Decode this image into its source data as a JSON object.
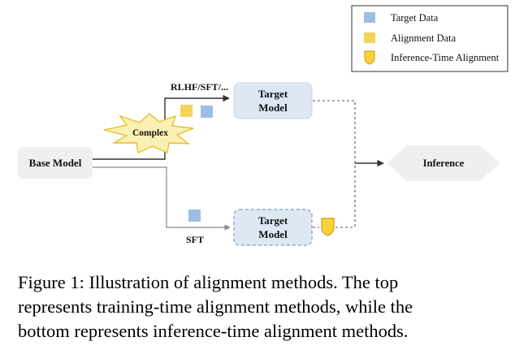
{
  "legend": {
    "target_data": "Target Data",
    "alignment_data": "Alignment Data",
    "inference_time_alignment": "Inference-Time Alignment"
  },
  "nodes": {
    "base_model": "Base Model",
    "target_model_top": [
      "Target",
      "Model"
    ],
    "target_model_bottom": [
      "Target",
      "Model"
    ],
    "inference": "Inference",
    "complex": "Complex"
  },
  "edge_labels": {
    "top": "RLHF/SFT/...",
    "bottom": "SFT"
  },
  "caption": {
    "line1": "Figure 1: Illustration of alignment methods.  The top",
    "line2": "represents training-time alignment methods, while the",
    "line3": "bottom represents inference-time alignment methods."
  },
  "colors": {
    "target_data": "#9dbde3",
    "alignment_data": "#f7d35c",
    "target_model_fill": "#dde8f4",
    "base_model_fill": "#efefef",
    "inference_fill": "#efefef",
    "complex_fill": "#fbf0b4",
    "complex_stroke": "#e6bf2c",
    "shield_fill": "#f8d23c",
    "shield_stroke": "#d9a818",
    "line": "#555555"
  }
}
